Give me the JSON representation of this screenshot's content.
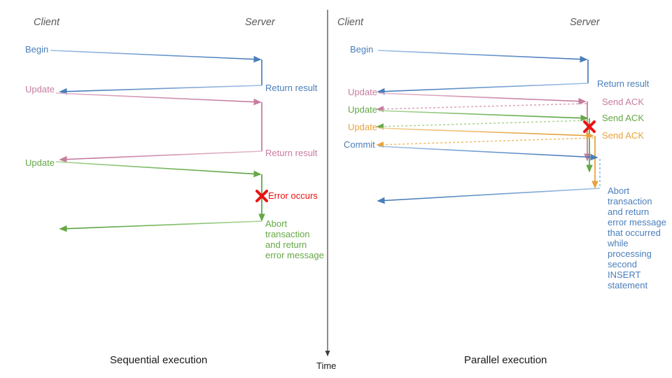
{
  "figure": {
    "title_not_shown": "",
    "background": "#ffffff",
    "colors": {
      "blue": "#4a7ebb",
      "blue_text": "#4a7ebb",
      "pink": "#c87ba0",
      "green": "#65a845",
      "green_dark": "#4f9d36",
      "orange": "#e8a33d",
      "red": "#ee1111",
      "actor_gray": "#5a5a5a",
      "axis_gray": "#3f3f3f",
      "caption_black": "#1a1a1a"
    }
  },
  "time_axis": {
    "label": "Time",
    "orientation": "vertical-down"
  },
  "panels": [
    {
      "id": "sequential",
      "caption": "Sequential execution",
      "actors": {
        "client": "Client",
        "server": "Server"
      },
      "messages": [
        {
          "id": "begin",
          "label": "Begin",
          "color": "blue",
          "direction": "client-to-server",
          "style": "solid"
        },
        {
          "id": "return-result-1",
          "label": "Return result",
          "color": "blue",
          "direction": "server-to-client",
          "style": "solid"
        },
        {
          "id": "update-1",
          "label": "Update",
          "color": "pink",
          "direction": "client-to-server",
          "style": "solid"
        },
        {
          "id": "return-result-2",
          "label": "Return result",
          "color": "pink",
          "direction": "server-to-client",
          "style": "solid"
        },
        {
          "id": "update-2",
          "label": "Update",
          "color": "green",
          "direction": "client-to-server",
          "style": "solid"
        },
        {
          "id": "error",
          "label": "Error occurs",
          "color": "red",
          "direction": "server-internal",
          "style": "marker-x"
        },
        {
          "id": "abort",
          "label": "Abort transaction and return error message",
          "color": "green",
          "direction": "server-to-client",
          "style": "solid"
        }
      ]
    },
    {
      "id": "parallel",
      "caption": "Parallel execution",
      "actors": {
        "client": "Client",
        "server": "Server"
      },
      "messages": [
        {
          "id": "begin",
          "label": "Begin",
          "color": "blue",
          "direction": "client-to-server",
          "style": "solid"
        },
        {
          "id": "return-result",
          "label": "Return result",
          "color": "blue",
          "direction": "server-to-client",
          "style": "solid"
        },
        {
          "id": "update-1",
          "label": "Update",
          "color": "pink",
          "direction": "client-to-server",
          "style": "solid"
        },
        {
          "id": "send-ack-1",
          "label": "Send ACK",
          "color": "pink",
          "direction": "server-to-client",
          "style": "dotted"
        },
        {
          "id": "update-2",
          "label": "Update",
          "color": "green",
          "direction": "client-to-server",
          "style": "solid"
        },
        {
          "id": "send-ack-2",
          "label": "Send ACK",
          "color": "green",
          "direction": "server-to-client",
          "style": "dotted"
        },
        {
          "id": "update-3",
          "label": "Update",
          "color": "orange",
          "direction": "client-to-server",
          "style": "solid"
        },
        {
          "id": "send-ack-3",
          "label": "Send ACK",
          "color": "orange",
          "direction": "server-to-client",
          "style": "dotted"
        },
        {
          "id": "commit",
          "label": "Commit",
          "color": "blue",
          "direction": "client-to-server",
          "style": "solid"
        },
        {
          "id": "error",
          "label": "",
          "color": "red",
          "direction": "server-internal",
          "style": "marker-x"
        },
        {
          "id": "abort",
          "label": "Abort transaction and return error message that occurred while processing second INSERT statement",
          "color": "blue",
          "direction": "server-to-client",
          "style": "solid"
        }
      ]
    }
  ],
  "labels": {
    "seq": {
      "client": "Client",
      "server": "Server",
      "begin": "Begin",
      "update_pink": "Update",
      "update_green": "Update",
      "return_result_1": "Return result",
      "return_result_2": "Return result",
      "error_occurs": "Error occurs",
      "abort_text": "Abort transaction and return error message",
      "caption": "Sequential execution"
    },
    "par": {
      "client": "Client",
      "server": "Server",
      "begin": "Begin",
      "update_pink": "Update",
      "update_green": "Update",
      "update_orange": "Update",
      "commit": "Commit",
      "return_result": "Return result",
      "send_ack_pink": "Send ACK",
      "send_ack_green": "Send ACK",
      "send_ack_orange": "Send ACK",
      "abort_text": "Abort transaction and return error message that occurred while processing second INSERT statement",
      "caption": "Parallel execution"
    },
    "time": "Time"
  }
}
